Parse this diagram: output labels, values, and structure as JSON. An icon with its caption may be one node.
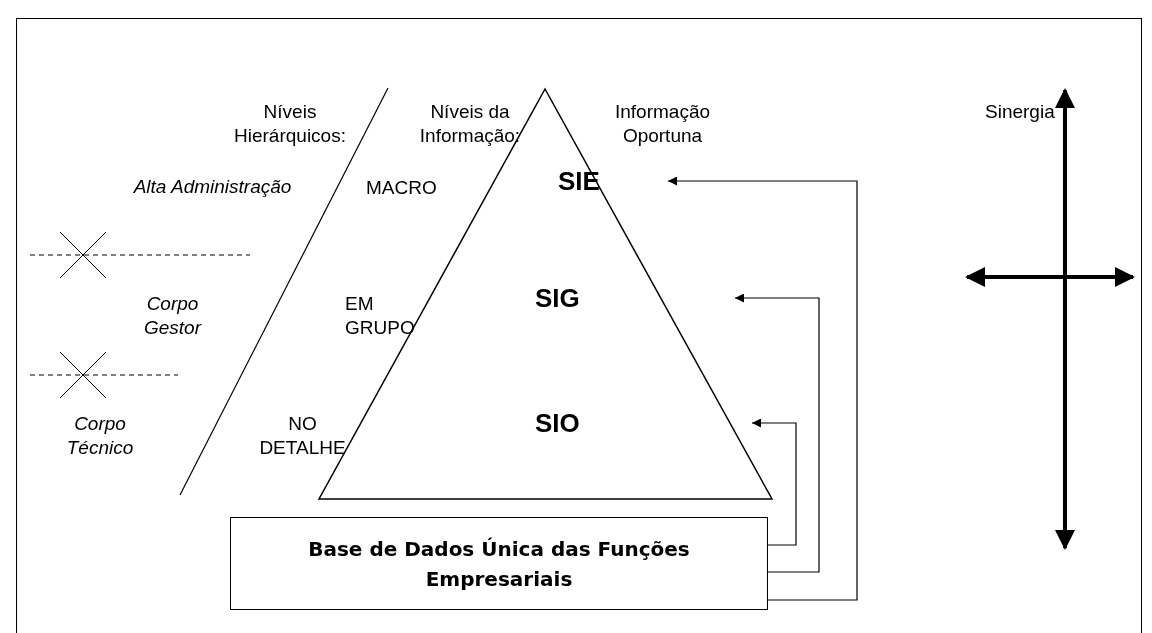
{
  "diagram": {
    "nodes": [
      {
        "text": [],
        "shape": "triangle"
      },
      {
        "text": [
          "SIE"
        ],
        "in": 0
      },
      {
        "text": [
          "SIG"
        ],
        "in": 0
      },
      {
        "text": [
          "SIO"
        ],
        "in": 0
      },
      {
        "text": [
          "Base de Dados Única das Funções Empresariais"
        ]
      }
    ],
    "edges": [
      {
        "from": 4,
        "to": 0,
        "arrow": "to"
      },
      {
        "from": 4,
        "to": 0,
        "arrow": "to"
      },
      {
        "from": 4,
        "to": 1,
        "arrow": "to"
      }
    ],
    "labels": [
      "Níveis Hierárquicos:",
      "Níveis da Informação:",
      "Informação Oportuna",
      "Sinergia",
      "Alta Administração",
      "MACRO",
      "Corpo Gestor",
      "EM GRUPO",
      "Corpo Técnico",
      "NO DETALHE"
    ]
  }
}
